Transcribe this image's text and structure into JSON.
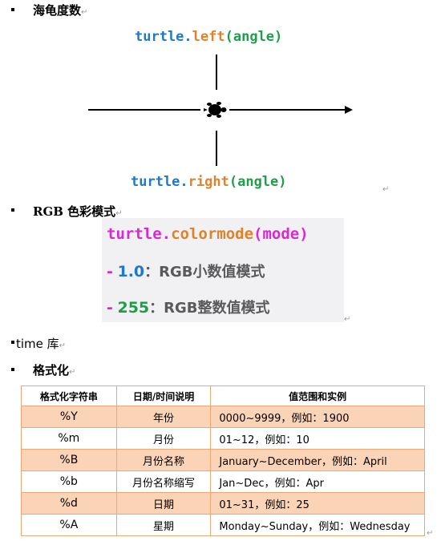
{
  "section1": {
    "title": "海龟度数",
    "left_code": {
      "obj": "turtle",
      "dot": ".",
      "method": "left",
      "args": "(angle)"
    },
    "right_code": {
      "obj": "turtle",
      "dot": ".",
      "method": "right",
      "args": "(angle)"
    }
  },
  "section2": {
    "title": "RGB 色彩模式",
    "code": {
      "obj": "turtle",
      "dot": ".",
      "method": "colormode",
      "args": "(mode)"
    },
    "items": [
      {
        "dash": "-",
        "value": "1.0",
        "desc": "：RGB小数值模式"
      },
      {
        "dash": "-",
        "value": "255",
        "desc": "：RGB整数值模式"
      }
    ]
  },
  "section3": {
    "title": "time 库"
  },
  "section4": {
    "title": "格式化",
    "headers": [
      "格式化字符串",
      "日期/时间说明",
      "值范围和实例"
    ],
    "rows": [
      [
        "%Y",
        "年份",
        "0000~9999，例如：1900"
      ],
      [
        "%m",
        "月份",
        "01~12，例如：10"
      ],
      [
        "%B",
        "月份名称",
        "January~December，例如：April"
      ],
      [
        "%b",
        "月份名称缩写",
        "Jan~Dec，例如：Apr"
      ],
      [
        "%d",
        "日期",
        "01~31，例如：25"
      ],
      [
        "%A",
        "星期",
        "Monday~Sunday，例如：Wednesday"
      ]
    ]
  },
  "return_mark": "↵",
  "colors": {
    "blue": "#1f78c8",
    "orange": "#e0822a",
    "green": "#1f9e4a",
    "magenta": "#d82ad0",
    "row_fill": "#fbd3b6",
    "border": "#e8a878"
  }
}
